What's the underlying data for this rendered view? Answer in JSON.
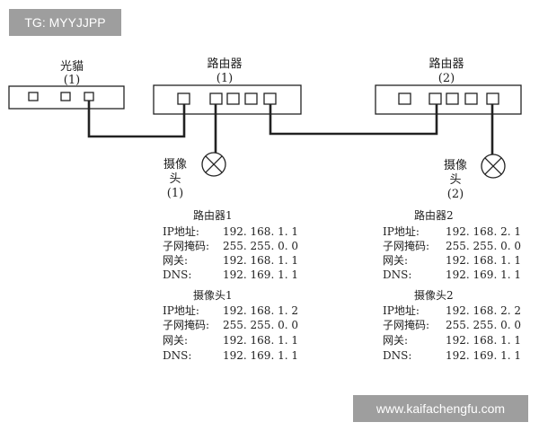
{
  "overlay": {
    "tg": "TG: MYYJJPP",
    "url": "www.kaifachengfu.com"
  },
  "devices": {
    "modem": {
      "title": "光貓",
      "number": "(1)"
    },
    "router1": {
      "title": "路由器",
      "number": "(1)"
    },
    "router2": {
      "title": "路由器",
      "number": "(2)"
    },
    "camera1": {
      "title_line1": "摄像",
      "title_line2": "头",
      "number": "(1)"
    },
    "camera2": {
      "title_line1": "摄像",
      "title_line2": "头",
      "number": "(2)"
    }
  },
  "config_blocks": [
    {
      "heading": "路由器1",
      "rows": [
        {
          "label": "IP地址:",
          "value": "192. 168. 1. 1"
        },
        {
          "label": "子网掩码:",
          "value": "255. 255. 0. 0"
        },
        {
          "label": "网关:",
          "value": "192. 168. 1. 1"
        },
        {
          "label": "DNS:",
          "value": "192. 169. 1. 1"
        }
      ]
    },
    {
      "heading": "摄像头1",
      "rows": [
        {
          "label": "IP地址:",
          "value": "192. 168. 1. 2"
        },
        {
          "label": "子网掩码:",
          "value": "255. 255. 0. 0"
        },
        {
          "label": "网关:",
          "value": "192. 168. 1. 1"
        },
        {
          "label": "DNS:",
          "value": "192. 169. 1. 1"
        }
      ]
    },
    {
      "heading": "路由器2",
      "rows": [
        {
          "label": "IP地址:",
          "value": "192. 168. 2. 1"
        },
        {
          "label": "子网掩码:",
          "value": "255. 255. 0. 0"
        },
        {
          "label": "网关:",
          "value": "192. 168. 1. 1"
        },
        {
          "label": "DNS:",
          "value": "192. 169. 1. 1"
        }
      ]
    },
    {
      "heading": "摄像头2",
      "rows": [
        {
          "label": "IP地址:",
          "value": "192. 168. 2. 2"
        },
        {
          "label": "子网掩码:",
          "value": "255. 255. 0. 0"
        },
        {
          "label": "网关:",
          "value": "192. 168. 1. 1"
        },
        {
          "label": "DNS:",
          "value": "192. 169. 1. 1"
        }
      ]
    }
  ],
  "colors": {
    "line": "#222222",
    "badge_bg": "#9e9e9e",
    "badge_text": "#ffffff"
  }
}
